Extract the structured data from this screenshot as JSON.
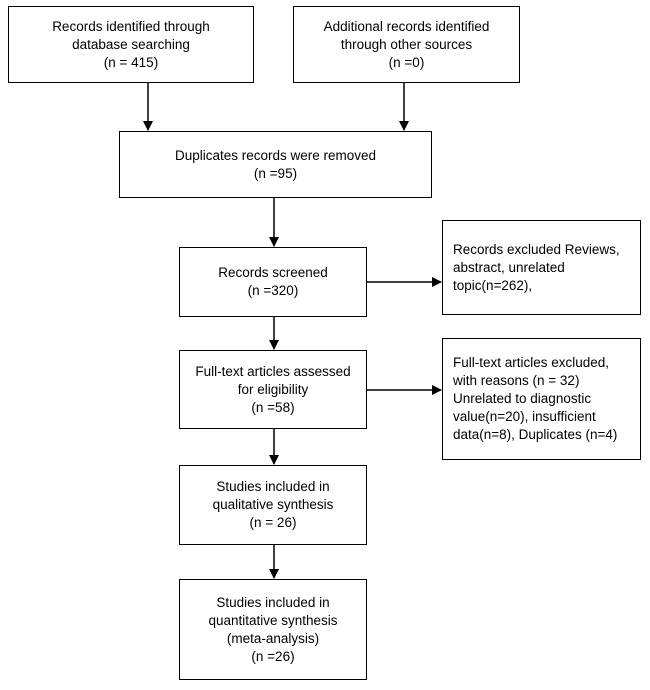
{
  "boxes": {
    "db_search": [
      "Records identified through",
      "database searching",
      "(n = 415)"
    ],
    "other_sources": [
      "Additional records identified",
      "through other sources",
      "(n =0)"
    ],
    "duplicates_removed": [
      "Duplicates records were removed",
      "(n =95)"
    ],
    "screened": [
      "Records screened",
      "(n =320)"
    ],
    "excluded_screening": [
      "Records excluded Reviews,",
      "abstract,  unrelated",
      "topic(n=262),"
    ],
    "fulltext_assessed": [
      "Full-text articles assessed",
      "for eligibility",
      "(n =58)"
    ],
    "fulltext_excluded": [
      "Full-text articles excluded,",
      "with reasons (n = 32)",
      "Unrelated to diagnostic",
      "value(n=20), insufficient",
      "data(n=8), Duplicates (n=4)"
    ],
    "qualitative": [
      "Studies included in",
      "qualitative synthesis",
      "(n = 26)"
    ],
    "quantitative": [
      "Studies included in",
      "quantitative synthesis",
      "(meta-analysis)",
      "(n =26)"
    ]
  }
}
